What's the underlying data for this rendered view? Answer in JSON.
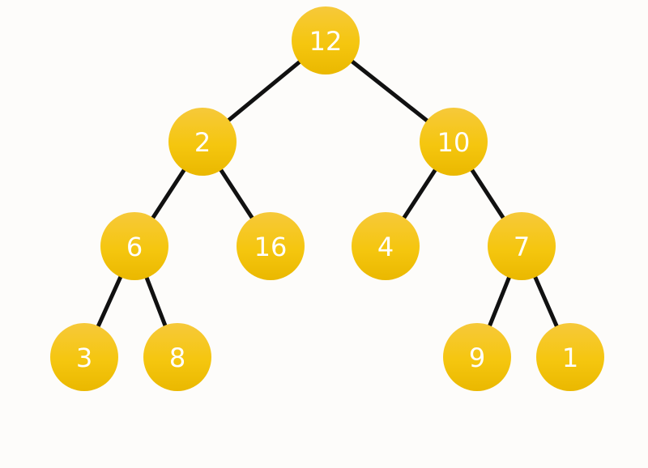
{
  "diagram": {
    "type": "binary-tree",
    "node_color": "#f5c51c",
    "node_text_color": "#ffffff",
    "edge_color": "#111111",
    "nodes": [
      {
        "id": "n12",
        "label": "12"
      },
      {
        "id": "n2",
        "label": "2"
      },
      {
        "id": "n10",
        "label": "10"
      },
      {
        "id": "n6",
        "label": "6"
      },
      {
        "id": "n16",
        "label": "16"
      },
      {
        "id": "n4",
        "label": "4"
      },
      {
        "id": "n7",
        "label": "7"
      },
      {
        "id": "n3",
        "label": "3"
      },
      {
        "id": "n8",
        "label": "8"
      },
      {
        "id": "n9",
        "label": "9"
      },
      {
        "id": "n1",
        "label": "1"
      }
    ],
    "edges": [
      {
        "from": "n12",
        "to": "n2"
      },
      {
        "from": "n12",
        "to": "n10"
      },
      {
        "from": "n2",
        "to": "n6"
      },
      {
        "from": "n2",
        "to": "n16"
      },
      {
        "from": "n10",
        "to": "n4"
      },
      {
        "from": "n10",
        "to": "n7"
      },
      {
        "from": "n6",
        "to": "n3"
      },
      {
        "from": "n6",
        "to": "n8"
      },
      {
        "from": "n7",
        "to": "n9"
      },
      {
        "from": "n7",
        "to": "n1"
      }
    ]
  }
}
